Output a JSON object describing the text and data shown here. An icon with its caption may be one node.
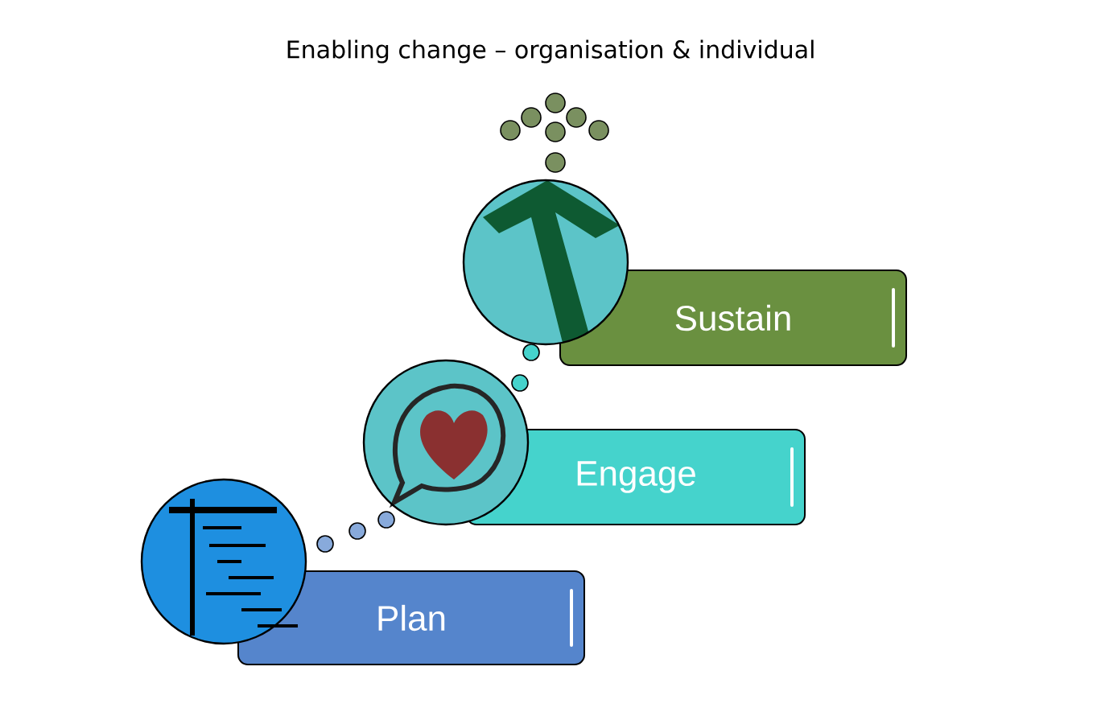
{
  "diagram": {
    "title": "Enabling change – organisation & individual",
    "nodes": [
      {
        "text": [
          "Plan"
        ]
      },
      {
        "text": [
          "Engage"
        ]
      },
      {
        "text": [
          "Sustain"
        ]
      }
    ]
  }
}
